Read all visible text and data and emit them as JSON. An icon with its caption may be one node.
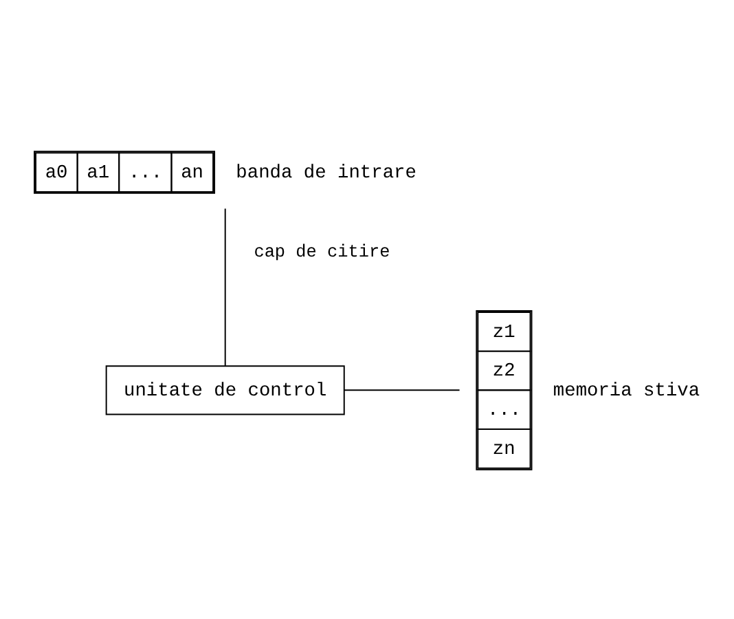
{
  "diagram": {
    "nodes": [
      {
        "text": [
          "a0",
          "a1",
          "...",
          "an"
        ],
        "beside": [
          "banda de intrare"
        ]
      },
      {
        "text": [
          "unitate de control"
        ]
      },
      {
        "text": [
          "z1",
          "z2",
          "...",
          "zn"
        ],
        "beside": [
          "memoria stiva"
        ]
      }
    ],
    "edges": [
      {
        "from": 1,
        "to": 0,
        "arrow": "none",
        "label": "cap de citire"
      },
      {
        "from": 1,
        "to": 2,
        "arrow": "none"
      }
    ]
  }
}
